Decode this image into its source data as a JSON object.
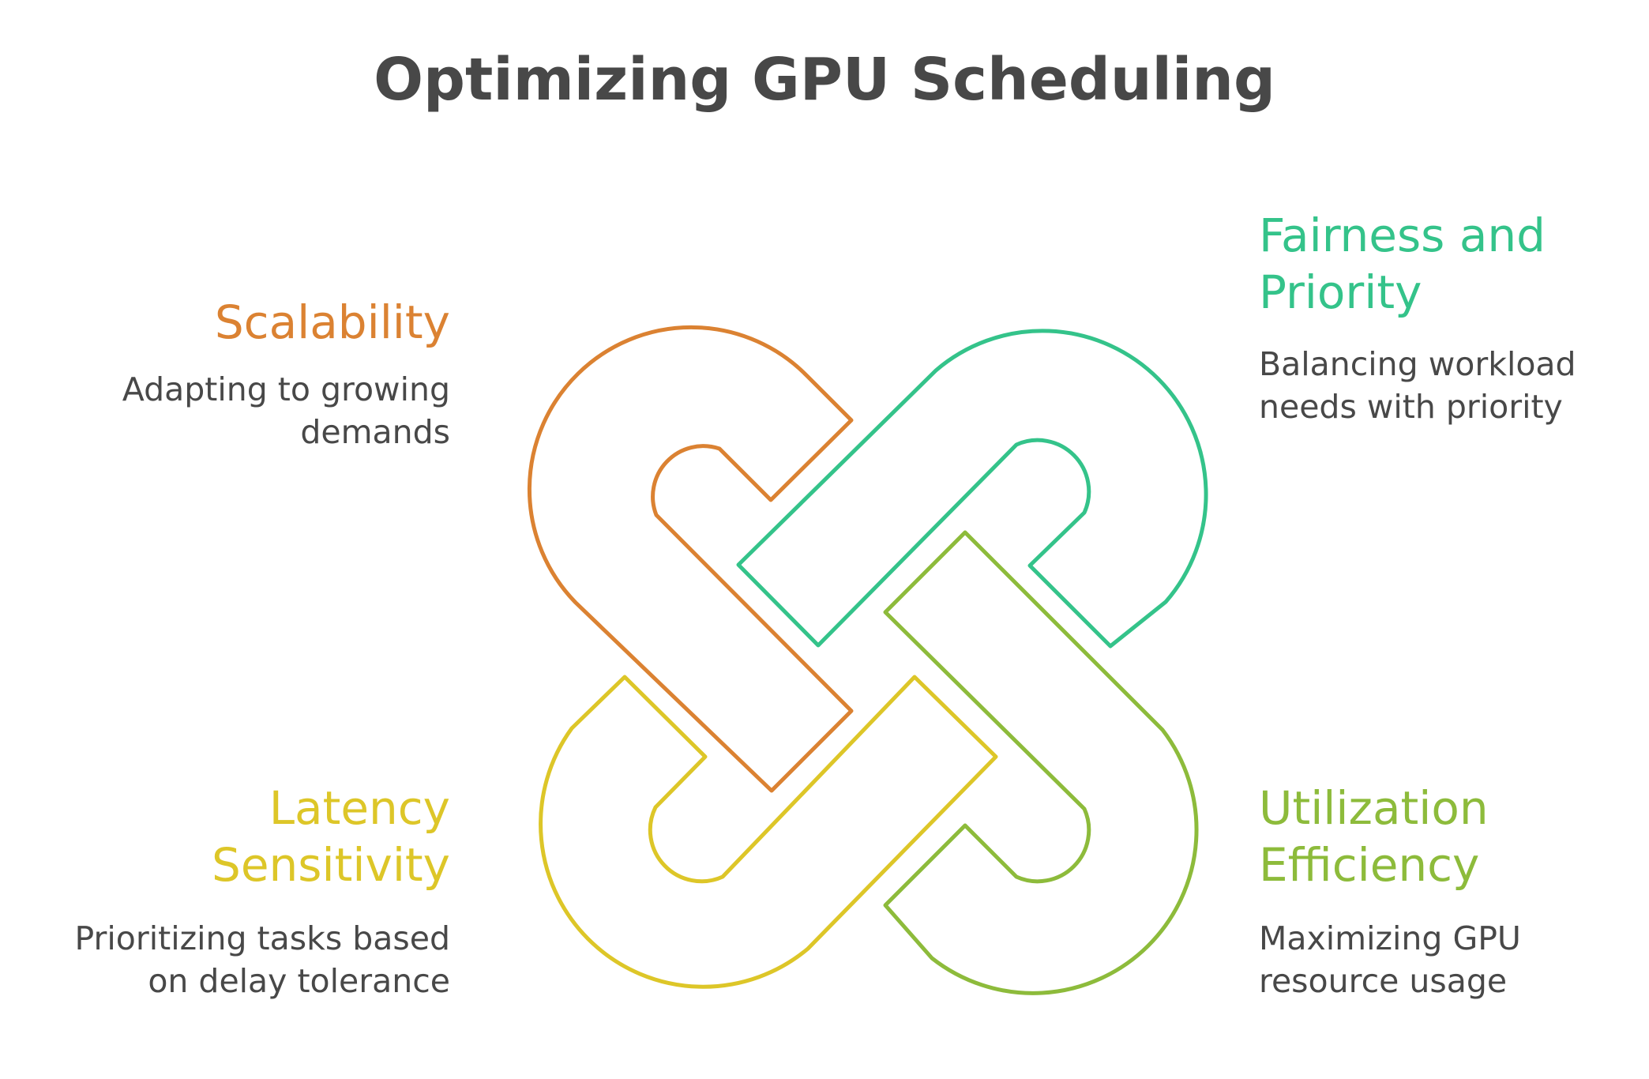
{
  "title": "Optimizing GPU Scheduling",
  "colors": {
    "scalability": "#DB8232",
    "fairness": "#34C38A",
    "utilization": "#8DBB3B",
    "latency": "#DDC628",
    "text": "#484848"
  },
  "items": {
    "scalability": {
      "heading": [
        "Scalability"
      ],
      "description": [
        "Adapting to growing",
        "demands"
      ]
    },
    "fairness": {
      "heading": [
        "Fairness and",
        "Priority"
      ],
      "description": [
        "Balancing workload",
        "needs with priority"
      ]
    },
    "latency": {
      "heading": [
        "Latency",
        "Sensitivity"
      ],
      "description": [
        "Prioritizing tasks based",
        "on delay tolerance"
      ]
    },
    "utilization": {
      "heading": [
        "Utilization",
        "Efficiency"
      ],
      "description": [
        "Maximizing GPU",
        "resource usage"
      ]
    }
  }
}
